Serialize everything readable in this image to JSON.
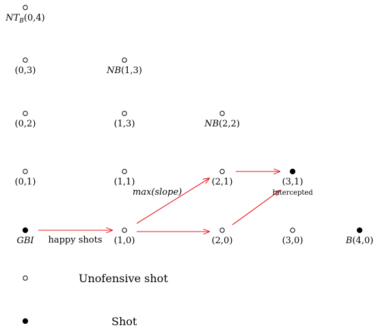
{
  "nodes": [
    {
      "id": "nt04",
      "prefix": "NT",
      "sub": "B",
      "coord": "(0,4)",
      "filled": false
    },
    {
      "id": "n03",
      "prefix": "",
      "sub": "",
      "coord": "(0,3)",
      "filled": false
    },
    {
      "id": "nb13",
      "prefix": "NB",
      "sub": "",
      "coord": "(1,3)",
      "filled": false
    },
    {
      "id": "n02",
      "prefix": "",
      "sub": "",
      "coord": "(0,2)",
      "filled": false
    },
    {
      "id": "n13",
      "prefix": "",
      "sub": "",
      "coord": "(1,3)",
      "filled": false
    },
    {
      "id": "nb22",
      "prefix": "NB",
      "sub": "",
      "coord": "(2,2)",
      "filled": false
    },
    {
      "id": "n01",
      "prefix": "",
      "sub": "",
      "coord": "(0,1)",
      "filled": false
    },
    {
      "id": "n11",
      "prefix": "",
      "sub": "",
      "coord": "(1,1)",
      "filled": false
    },
    {
      "id": "n21",
      "prefix": "",
      "sub": "",
      "coord": "(2,1)",
      "filled": false
    },
    {
      "id": "n31",
      "prefix": "",
      "sub": "",
      "coord": "(3,1)",
      "filled": true
    },
    {
      "id": "gbi",
      "prefix": "GBI",
      "sub": "",
      "coord": "",
      "filled": true
    },
    {
      "id": "n10",
      "prefix": "",
      "sub": "",
      "coord": "(1,0)",
      "filled": false
    },
    {
      "id": "n20",
      "prefix": "",
      "sub": "",
      "coord": "(2,0)",
      "filled": false
    },
    {
      "id": "n30",
      "prefix": "",
      "sub": "",
      "coord": "(3,0)",
      "filled": false
    },
    {
      "id": "b40",
      "prefix": "B",
      "sub": "",
      "coord": "(4,0)",
      "filled": true
    }
  ],
  "edges": [
    {
      "from": "gbi",
      "to": "n10",
      "label": "happy shots"
    },
    {
      "from": "n10",
      "to": "n21",
      "label": "max(slope)"
    },
    {
      "from": "n10",
      "to": "n20",
      "label": ""
    },
    {
      "from": "n20",
      "to": "n31",
      "label": ""
    },
    {
      "from": "n21",
      "to": "n31",
      "label": ""
    }
  ],
  "annotations": {
    "intercepted": "Intercepted"
  },
  "legend": [
    {
      "filled": false,
      "label": "Unofensive shot"
    },
    {
      "filled": true,
      "label": "Shot"
    }
  ],
  "colors": {
    "arrow": "#e8141a",
    "node": "#000000"
  }
}
